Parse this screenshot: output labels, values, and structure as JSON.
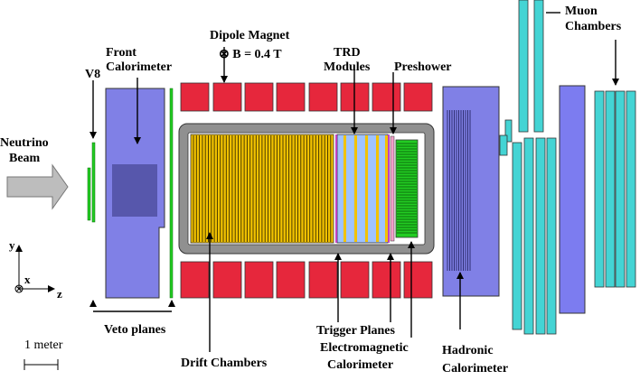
{
  "labels": {
    "dipole_title": "Dipole Magnet",
    "dipole_field": "⊗ B = 0.4 T",
    "front_cal_1": "Front",
    "front_cal_2": "Calorimeter",
    "v8": "V8",
    "neutrino_1": "Neutrino",
    "neutrino_2": "Beam",
    "trd_1": "TRD",
    "trd_2": "Modules",
    "preshower": "Preshower",
    "muon_1": "Muon",
    "muon_2": "Chambers",
    "veto": "Veto planes",
    "drift": "Drift Chambers",
    "trigger": "Trigger Planes",
    "em_1": "Electromagnetic",
    "em_2": "Calorimeter",
    "hadronic_1": "Hadronic",
    "hadronic_2": "Calorimeter",
    "scale": "1 meter",
    "axis_y": "y",
    "axis_x": "x",
    "axis_z": "z"
  },
  "colors": {
    "magnet": "#e6273c",
    "calorimeter": "#8080e6",
    "veto": "#22cc22",
    "drift": "#f2c200",
    "muon": "#44d4d4",
    "frame": "#909090",
    "trd": "#9fc3ff",
    "arrow": "#bdbdbd"
  }
}
